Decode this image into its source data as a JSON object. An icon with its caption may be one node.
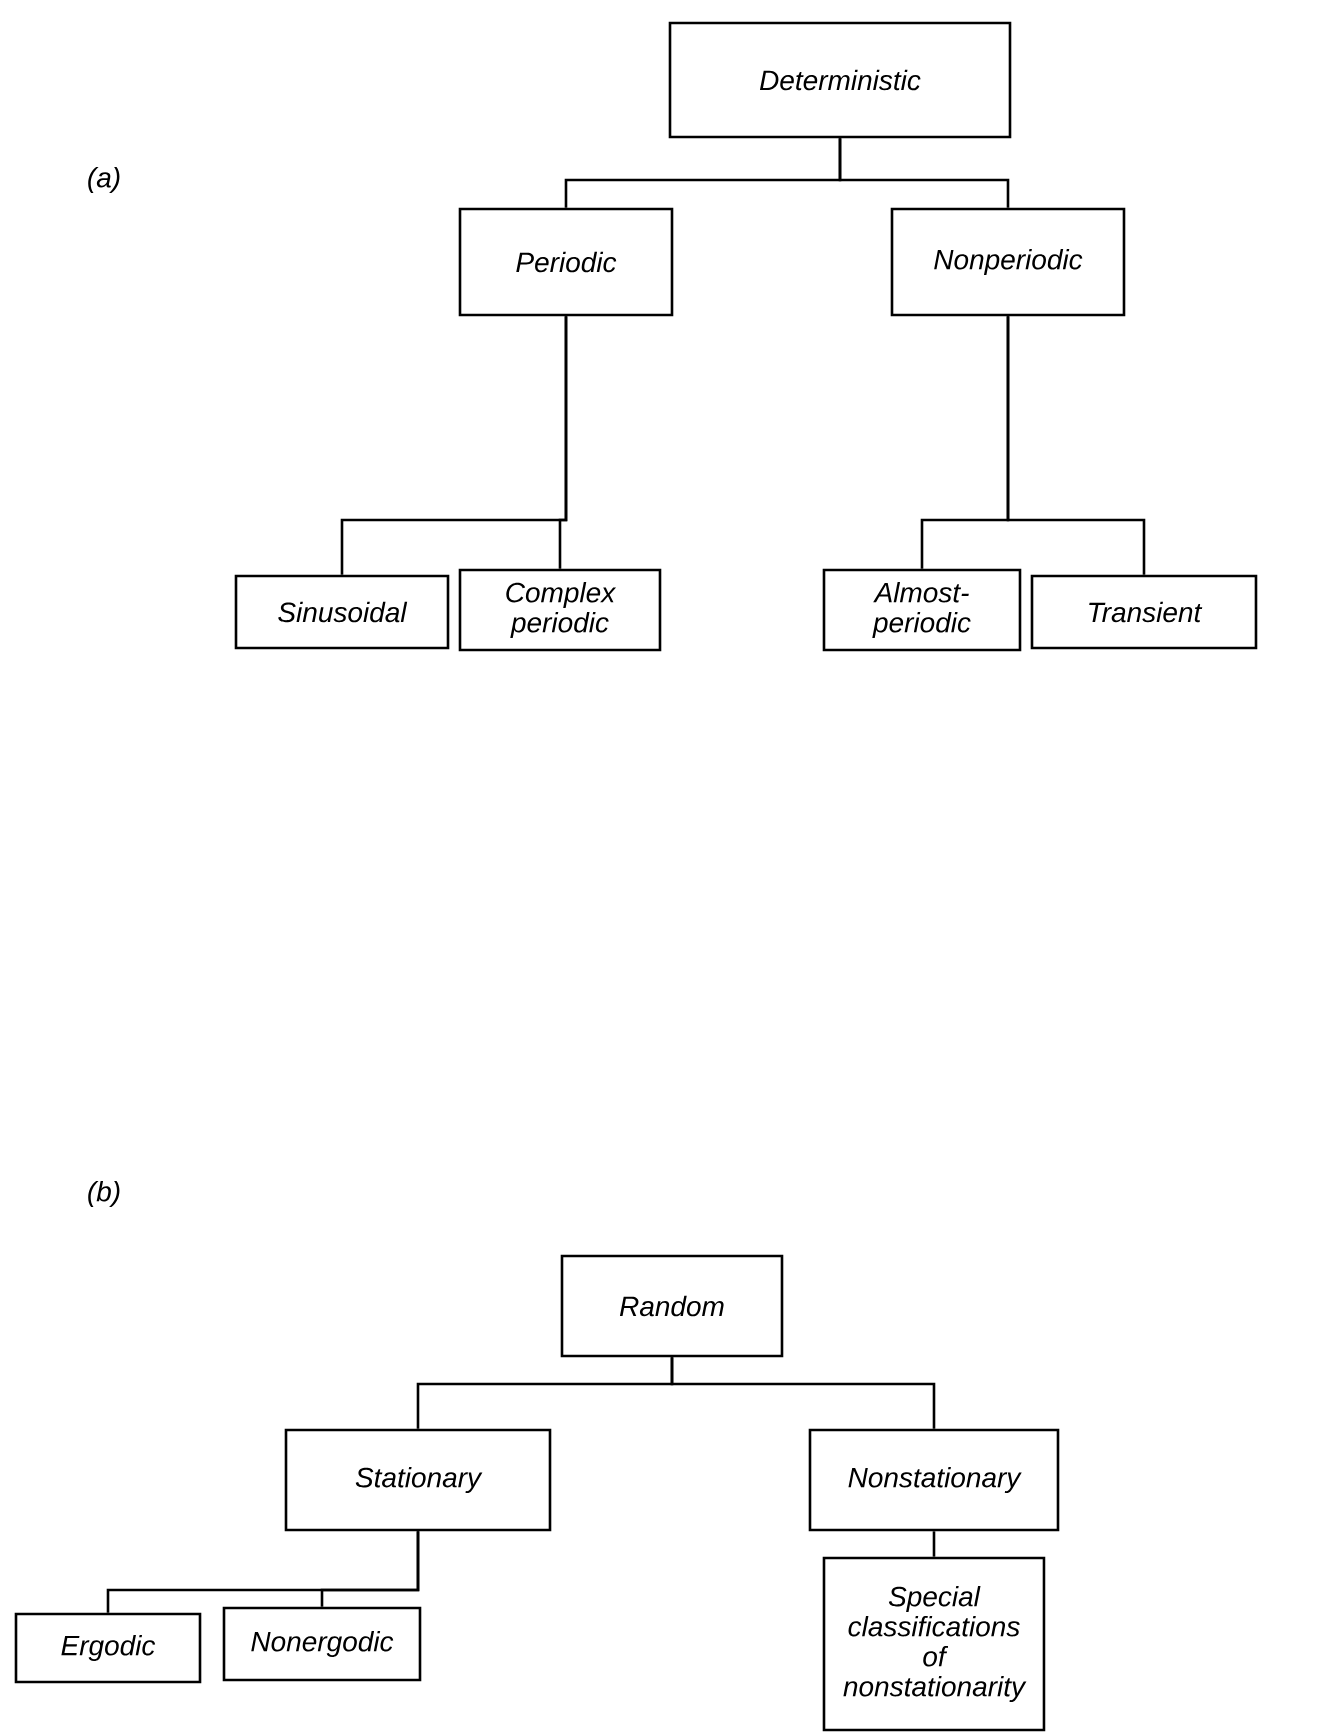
{
  "diagram": {
    "nodes": [
      {
        "text": [
          "Deterministic"
        ]
      },
      {
        "text": [
          "Periodic"
        ]
      },
      {
        "text": [
          "Nonperiodic"
        ]
      },
      {
        "text": [
          "Sinusoidal"
        ]
      },
      {
        "text": [
          "Complex periodic"
        ]
      },
      {
        "text": [
          "Almost-periodic"
        ]
      },
      {
        "text": [
          "Transient"
        ]
      },
      {
        "text": [
          "Random"
        ]
      },
      {
        "text": [
          "Stationary"
        ]
      },
      {
        "text": [
          "Nonstationary"
        ]
      },
      {
        "text": [
          "Ergodic"
        ]
      },
      {
        "text": [
          "Nonergodic"
        ]
      },
      {
        "text": [
          "Special classifications of nonstationarity"
        ]
      }
    ],
    "edges": [
      {
        "from": 0,
        "to": 1,
        "arrow": "none"
      },
      {
        "from": 0,
        "to": 2,
        "arrow": "none"
      },
      {
        "from": 1,
        "to": 3,
        "arrow": "none"
      },
      {
        "from": 1,
        "to": 4,
        "arrow": "none"
      },
      {
        "from": 2,
        "to": 5,
        "arrow": "none"
      },
      {
        "from": 2,
        "to": 6,
        "arrow": "none"
      },
      {
        "from": 7,
        "to": 8,
        "arrow": "none"
      },
      {
        "from": 7,
        "to": 9,
        "arrow": "none"
      },
      {
        "from": 8,
        "to": 10,
        "arrow": "none"
      },
      {
        "from": 8,
        "to": 11,
        "arrow": "none"
      },
      {
        "from": 9,
        "to": 12,
        "arrow": "none"
      }
    ],
    "labels": [
      "(a)",
      "(b)"
    ]
  }
}
